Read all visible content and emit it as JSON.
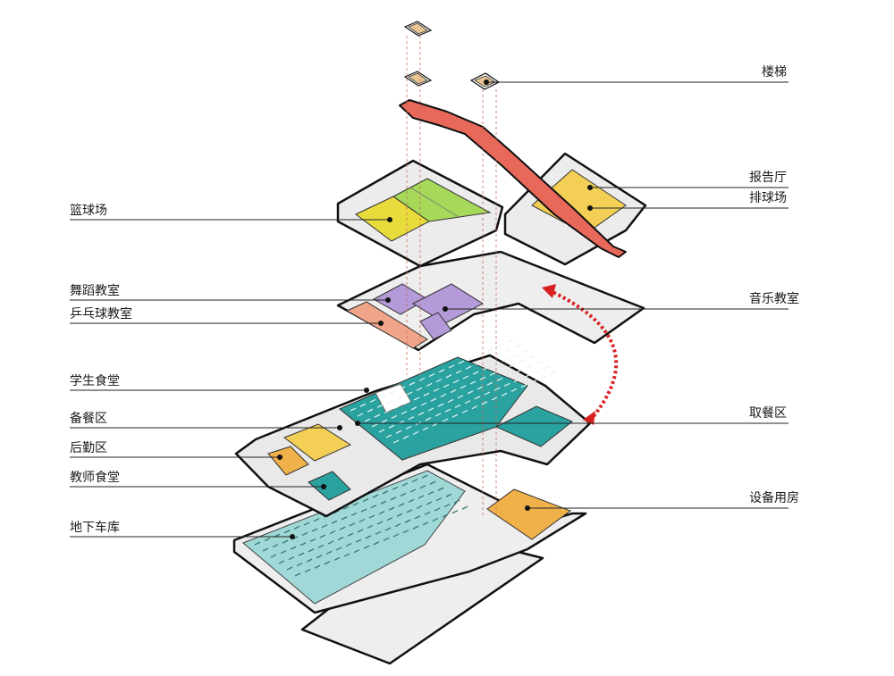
{
  "labels_left": [
    {
      "key": "basketball",
      "text": "篮球场"
    },
    {
      "key": "dance",
      "text": "舞蹈教室"
    },
    {
      "key": "pingpong",
      "text": "乒乓球教室"
    },
    {
      "key": "canteen",
      "text": "学生食堂"
    },
    {
      "key": "prep",
      "text": "备餐区"
    },
    {
      "key": "logistics",
      "text": "后勤区"
    },
    {
      "key": "teacher",
      "text": "教师食堂"
    },
    {
      "key": "garage",
      "text": "地下车库"
    }
  ],
  "labels_right": [
    {
      "key": "stairs",
      "text": "楼梯"
    },
    {
      "key": "auditorium",
      "text": "报告厅"
    },
    {
      "key": "volleyball",
      "text": "排球场"
    },
    {
      "key": "music",
      "text": "音乐教室"
    },
    {
      "key": "pickup",
      "text": "取餐区"
    },
    {
      "key": "equipment",
      "text": "设备用房"
    }
  ],
  "colors": {
    "slab": "#eeeeee",
    "basketball": "#e8dc3c",
    "volleyball": "#a6d85a",
    "purple": "#b49ad8",
    "salmon": "#f0a48a",
    "teal": "#2aa3a0",
    "garage_teal": "#9fd8d6",
    "orange": "#f0b04a",
    "yellow": "#f3cf55",
    "stair_red": "#e8695a",
    "arrow_red": "#d82020"
  }
}
